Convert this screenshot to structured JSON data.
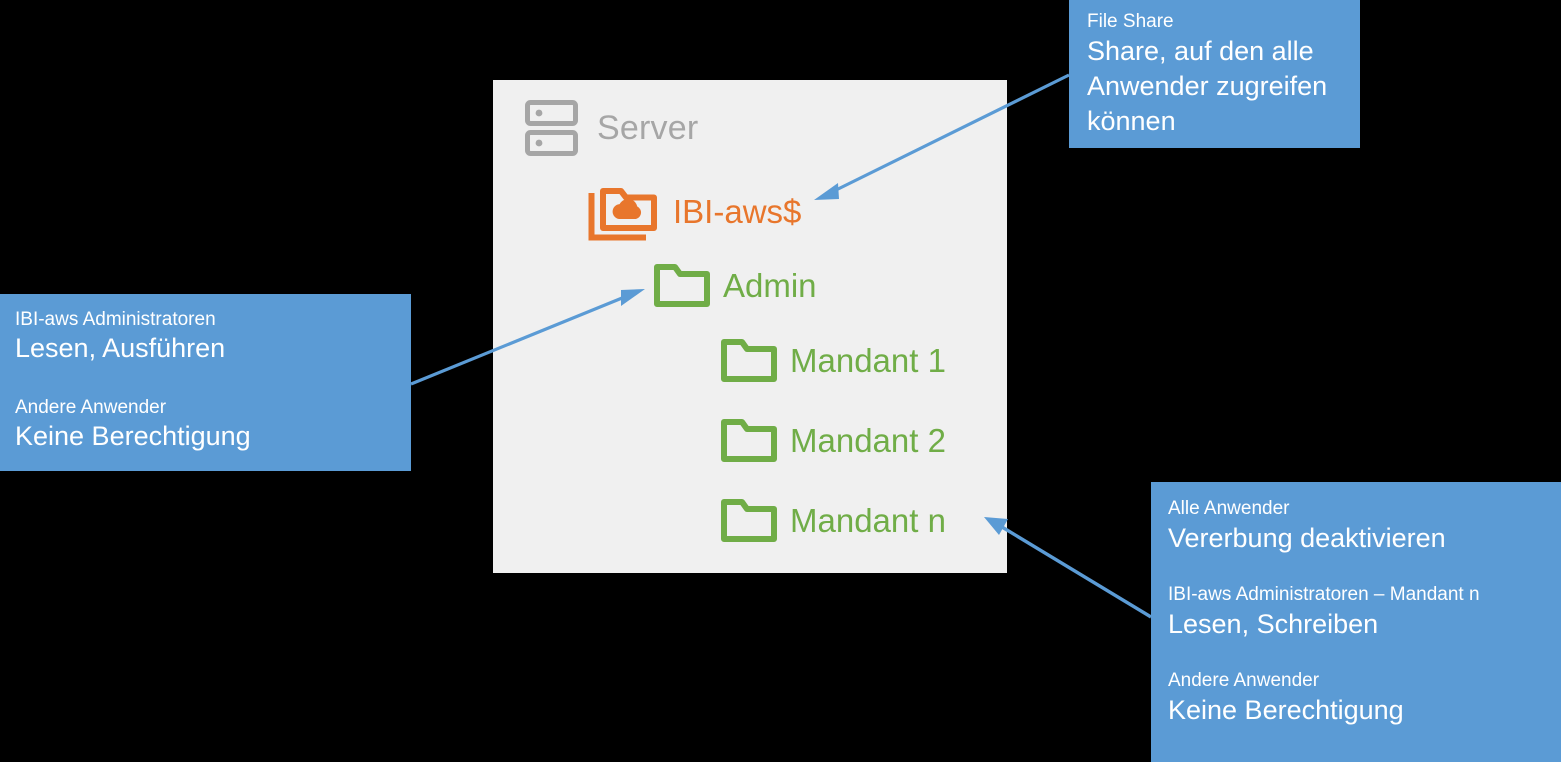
{
  "diagram": {
    "panel": {
      "server": {
        "label": "Server",
        "icon": "server-icon"
      },
      "share": {
        "label": "IBI-aws$",
        "icon": "file-share-cloud-icon"
      },
      "folders": [
        {
          "label": "Admin",
          "icon": "folder-icon"
        },
        {
          "label": "Mandant 1",
          "icon": "folder-icon"
        },
        {
          "label": "Mandant 2",
          "icon": "folder-icon"
        },
        {
          "label": "Mandant n",
          "icon": "folder-icon"
        }
      ]
    },
    "callouts": [
      {
        "id": "share",
        "target": "IBI-aws$",
        "groups": [
          {
            "title": "File Share",
            "value": "Share, auf den alle\nAnwender zugreifen\nkönnen"
          }
        ]
      },
      {
        "id": "admin",
        "target": "Admin",
        "groups": [
          {
            "title": "IBI-aws Administratoren",
            "value": "Lesen, Ausführen"
          },
          {
            "title": "Andere Anwender",
            "value": "Keine Berechtigung"
          }
        ]
      },
      {
        "id": "mandant",
        "target": "Mandant n",
        "groups": [
          {
            "title": "Alle Anwender",
            "value": "Vererbung deaktivieren"
          },
          {
            "title": "IBI-aws Administratoren – Mandant n",
            "value": "Lesen, Schreiben"
          },
          {
            "title": "Andere Anwender",
            "value": "Keine Berechtigung"
          }
        ]
      }
    ],
    "colors": {
      "background": "#000000",
      "panel": "#F0F0F0",
      "server_gray": "#A6A6A6",
      "share_orange": "#E8762C",
      "folder_green": "#70AD47",
      "callout_blue": "#5B9BD5",
      "arrow_blue": "#5B9BD5",
      "callout_text": "#FFFFFF"
    }
  }
}
